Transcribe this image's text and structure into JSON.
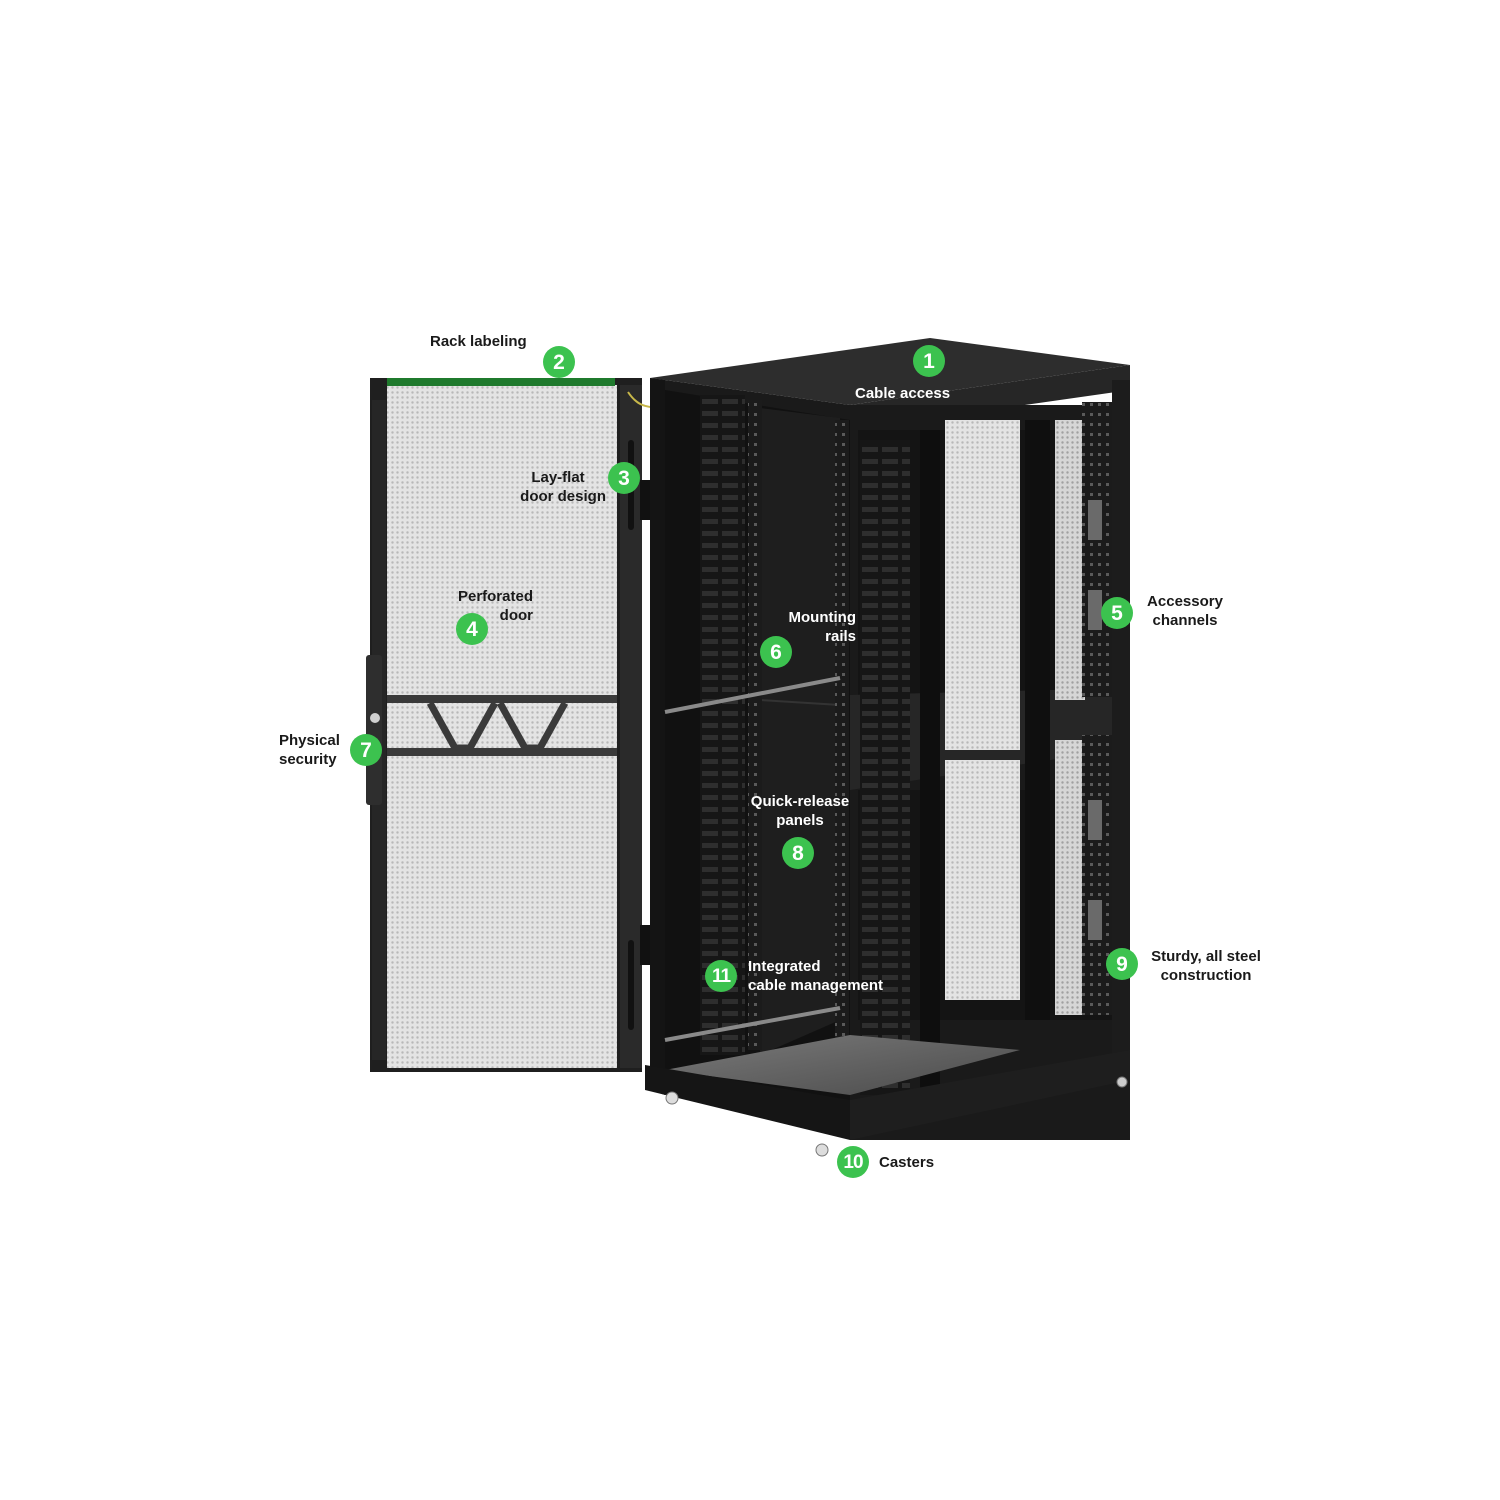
{
  "diagram": {
    "subject": "Server rack enclosure with open perforated door",
    "accent_color": "#3cc24f",
    "callouts": [
      {
        "number": "1",
        "lines": [
          "Cable access"
        ]
      },
      {
        "number": "2",
        "lines": [
          "Rack labeling"
        ]
      },
      {
        "number": "3",
        "lines": [
          "Lay-flat",
          "door design"
        ]
      },
      {
        "number": "4",
        "lines": [
          "Perforated",
          "door"
        ]
      },
      {
        "number": "5",
        "lines": [
          "Accessory",
          "channels"
        ]
      },
      {
        "number": "6",
        "lines": [
          "Mounting",
          "rails"
        ]
      },
      {
        "number": "7",
        "lines": [
          "Physical",
          "security"
        ]
      },
      {
        "number": "8",
        "lines": [
          "Quick-release",
          "panels"
        ]
      },
      {
        "number": "9",
        "lines": [
          "Sturdy, all steel",
          "construction"
        ]
      },
      {
        "number": "10",
        "lines": [
          "Casters"
        ]
      },
      {
        "number": "11",
        "lines": [
          "Integrated",
          "cable management"
        ]
      }
    ]
  }
}
